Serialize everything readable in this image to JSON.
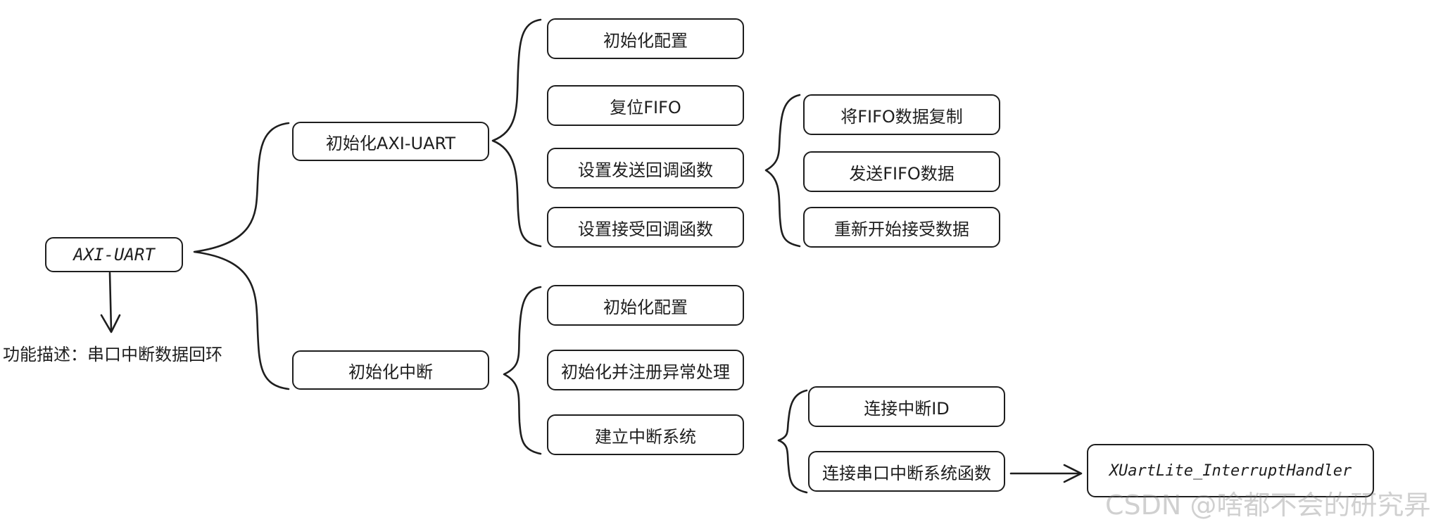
{
  "root": {
    "label": "AXI-UART"
  },
  "description": "功能描述：串口中断数据回环",
  "branches": [
    {
      "label": "初始化AXI-UART",
      "children": [
        "初始化配置",
        "复位FIFO",
        "设置发送回调函数",
        "设置接受回调函数"
      ]
    },
    {
      "label": "初始化中断",
      "children": [
        "初始化配置",
        "初始化并注册异常处理",
        "建立中断系统"
      ]
    }
  ],
  "send_callback_steps": [
    "将FIFO数据复制",
    "发送FIFO数据",
    "重新开始接受数据"
  ],
  "interrupt_system_steps": [
    "连接中断ID",
    "连接串口中断系统函数"
  ],
  "handler": {
    "label": "XUartLite_InterruptHandler"
  },
  "watermark": "CSDN @啥都不会的研究昇"
}
